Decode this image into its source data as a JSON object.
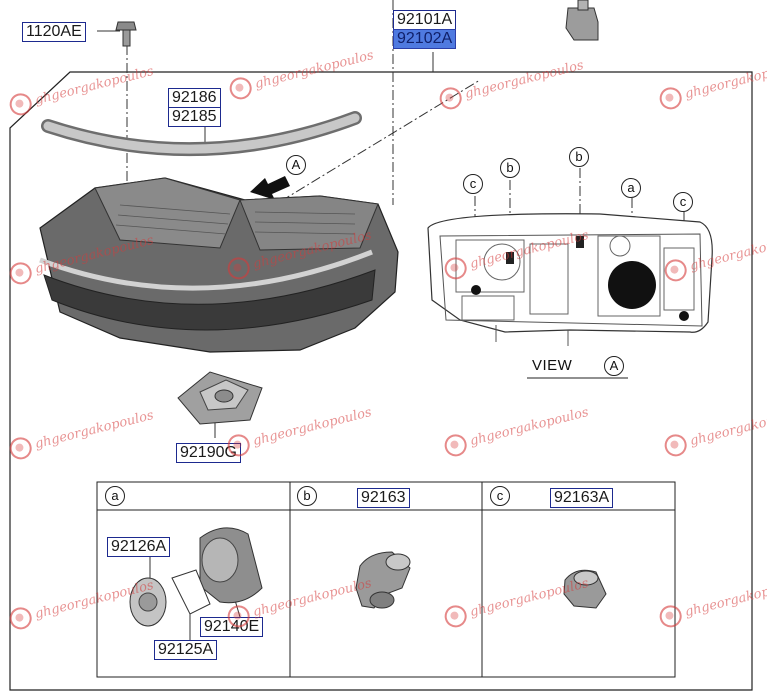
{
  "labels": {
    "bolt": "1120AE",
    "housing_lh": "92101A",
    "housing_rh": "92102A",
    "strip_a": "92186",
    "strip_b": "92185",
    "module": "92190G",
    "socket_b": "92163",
    "socket_c": "92163A",
    "cover_a": "92126A",
    "gasket": "92125A",
    "cap": "92140E"
  },
  "view": {
    "word": "VIEW",
    "letter": "A"
  },
  "callouts": {
    "a": "a",
    "b": "b",
    "c": "c",
    "A": "A"
  },
  "table": {
    "cell_a": "a",
    "cell_b": "b",
    "cell_c": "c"
  },
  "watermark": {
    "text": "ghgeorgakopoulos"
  },
  "colors": {
    "label_border": "#1d2a8f",
    "highlight": "#4f7ae0",
    "watermark": "#d63a3a"
  }
}
